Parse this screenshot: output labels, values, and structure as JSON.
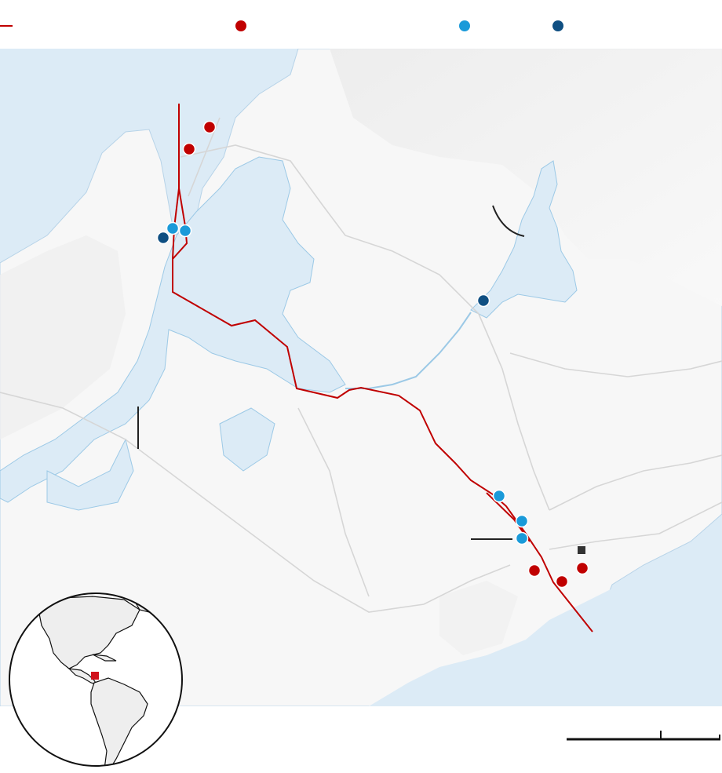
{
  "legend": {
    "items": [
      {
        "symbol": "line",
        "color": "#c00000",
        "label": ""
      },
      {
        "symbol": "dot",
        "color": "#c00000",
        "label": ""
      },
      {
        "symbol": "dot",
        "color": "#1a9ad9",
        "label": ""
      },
      {
        "symbol": "dot",
        "color": "#0f4f82",
        "label": ""
      }
    ]
  },
  "colors": {
    "water": "#dcebf6",
    "land": "#f7f7f7",
    "route": "#c00000",
    "red_marker": "#c00000",
    "light_blue_marker": "#1a9ad9",
    "dark_blue_marker": "#0f4f82",
    "city_marker": "#333333",
    "inset_highlight": "#d0111b"
  },
  "icons": {
    "city": "square-icon",
    "globe": "globe-icon"
  },
  "scale_bar": {
    "label": ""
  },
  "globe": {
    "label": ""
  }
}
